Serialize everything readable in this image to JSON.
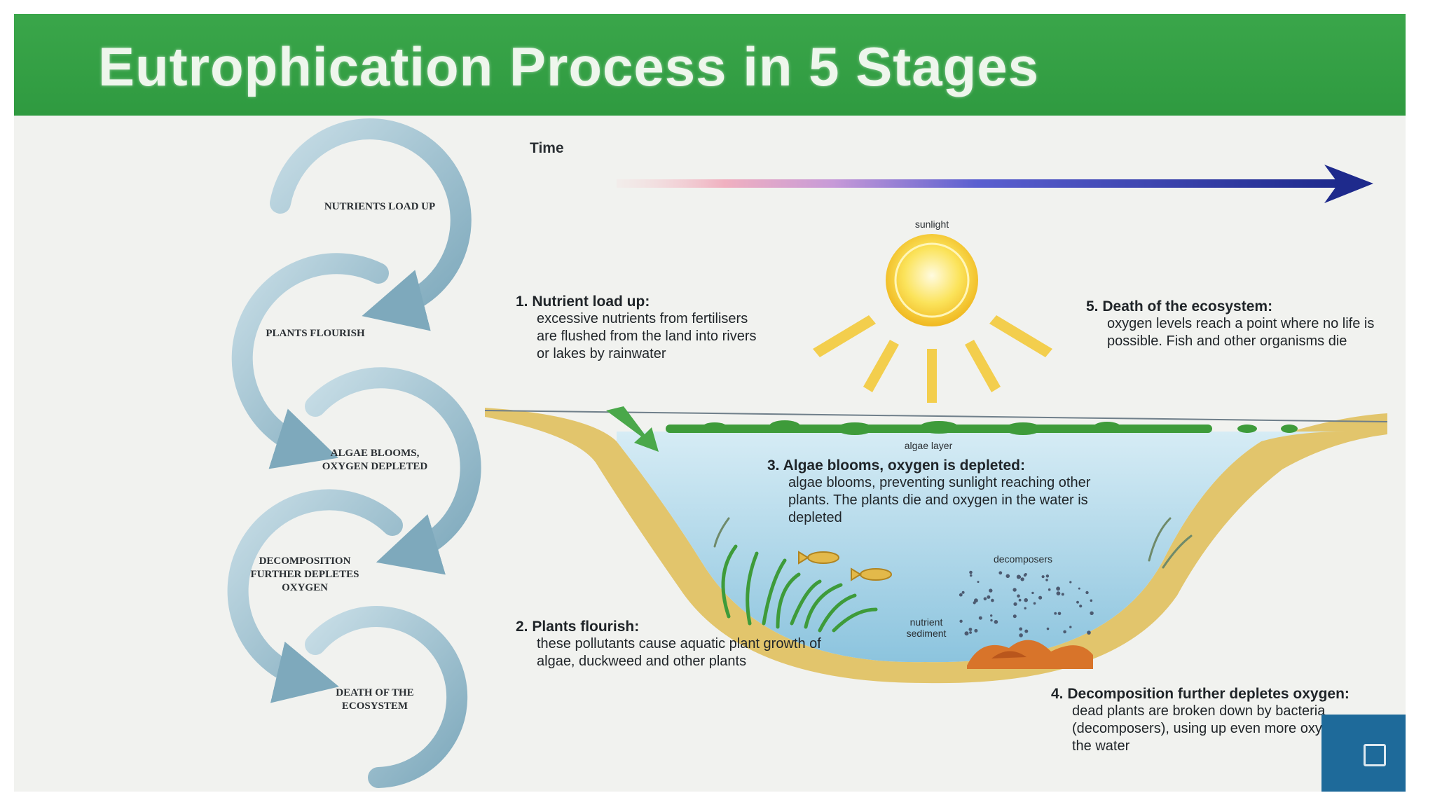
{
  "title": "Eutrophication Process in 5 Stages",
  "cycle": [
    "Nutrients load up",
    "Plants flourish",
    "Algae blooms, oxygen depleted",
    "Decomposition further depletes oxygen",
    "Death of the ecosystem"
  ],
  "timeline": {
    "label": "Time"
  },
  "labels": {
    "sunlight": "sunlight",
    "algae_layer": "algae layer",
    "decomposers": "decomposers",
    "nutrient_sediment": "nutrient sediment"
  },
  "stages": [
    {
      "heading": "1. Nutrient load up:",
      "body": "excessive nutrients from fertilisers are flushed from the land into rivers or lakes by rainwater"
    },
    {
      "heading": "2. Plants flourish:",
      "body": "these pollutants cause aquatic plant growth of algae, duckweed and other plants"
    },
    {
      "heading": "3. Algae blooms, oxygen is depleted:",
      "body": "algae blooms, preventing sunlight reaching other plants. The plants die and oxygen in the water is depleted"
    },
    {
      "heading": "4. Decomposition further depletes oxygen:",
      "body": "dead plants are broken down by bacteria (decomposers), using up even more oxygen in the water"
    },
    {
      "heading": "5. Death of the ecosystem:",
      "body": "oxygen levels reach a point where no life is possible. Fish and other organisms die"
    }
  ],
  "colors": {
    "header_green": "#34a045",
    "arrow_steel": "#8fb7c8",
    "water_blue": "#a7d3e8",
    "sand_gold": "#e2c56c",
    "sun_yellow": "#f7d21e",
    "time_arrow_end": "#1e2a8c"
  },
  "icons": [
    "curved-arrow-icon",
    "sun-icon",
    "time-arrow-icon",
    "fish-icon",
    "square-icon"
  ]
}
